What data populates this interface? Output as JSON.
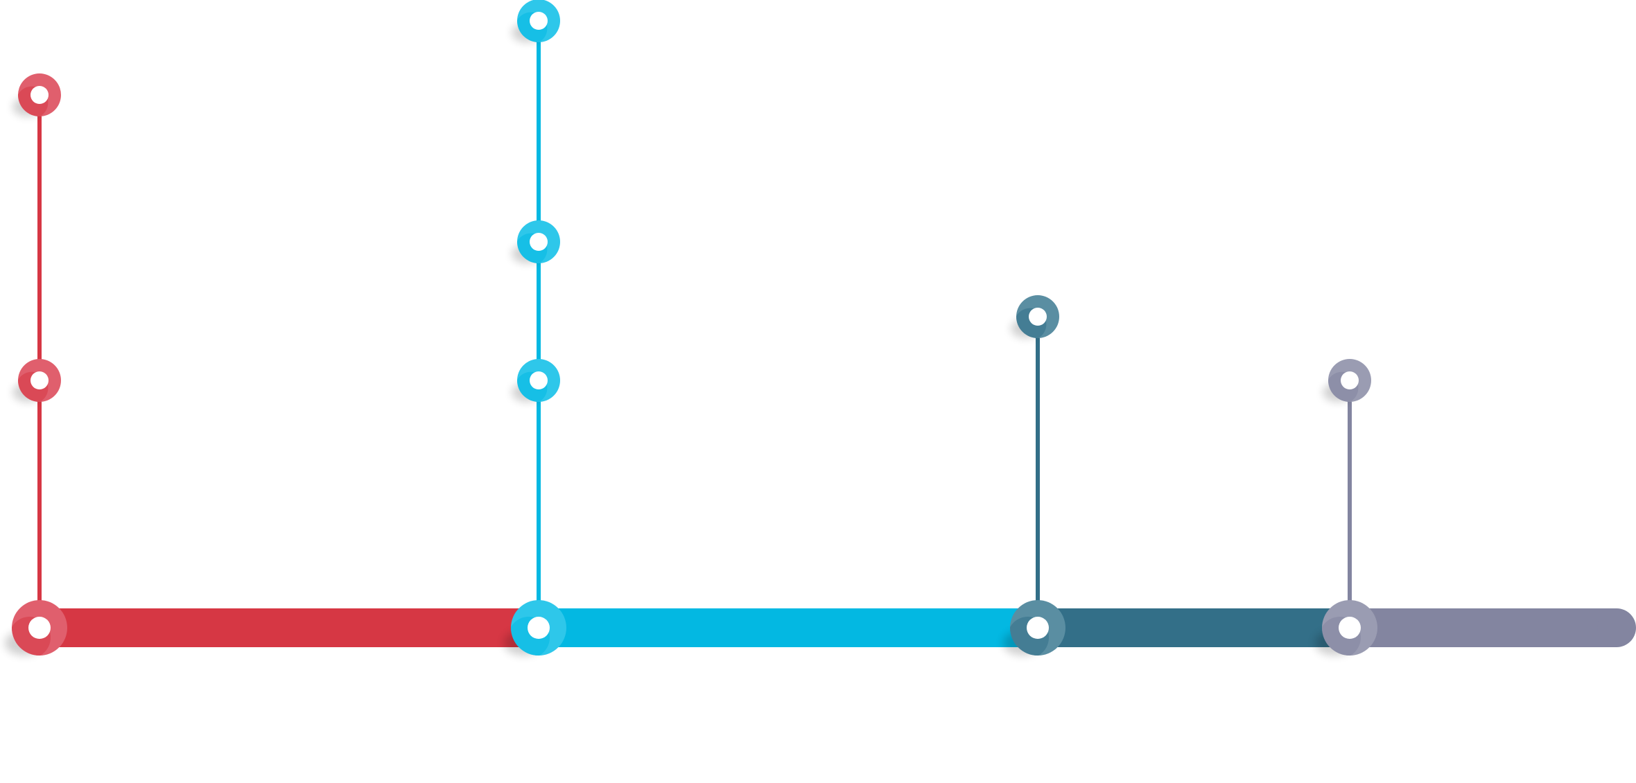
{
  "diagram": {
    "type": "timeline-infographic",
    "colors": {
      "red": "#d63744",
      "red_light": "#e05f6d",
      "cyan": "#03b8e2",
      "cyan_light": "#2ec7ea",
      "teal": "#336f88",
      "teal_light": "#5a8ea2",
      "gray": "#8385a0",
      "gray_light": "#9a9cb2",
      "shadow": "#000000",
      "hole": "#ffffff"
    },
    "segments": [
      {
        "id": "segment-1",
        "color": "red"
      },
      {
        "id": "segment-2",
        "color": "cyan"
      },
      {
        "id": "segment-3",
        "color": "teal"
      },
      {
        "id": "segment-4",
        "color": "gray"
      }
    ],
    "stems": [
      {
        "id": "stem-1",
        "color": "red",
        "color_light": "red_light",
        "marker_count": 2
      },
      {
        "id": "stem-2",
        "color": "cyan",
        "color_light": "cyan_light",
        "marker_count": 3
      },
      {
        "id": "stem-3",
        "color": "teal",
        "color_light": "teal_light",
        "marker_count": 1
      },
      {
        "id": "stem-4",
        "color": "gray",
        "color_light": "gray_light",
        "marker_count": 1
      }
    ],
    "end_cap": "rounded"
  }
}
